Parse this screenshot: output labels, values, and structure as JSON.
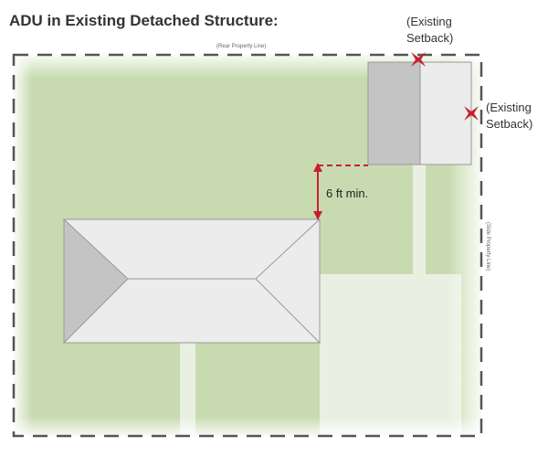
{
  "title": "ADU in Existing Detached Structure:",
  "labels": {
    "rear_property_line": "(Rear Property Line)",
    "side_property_line": "(Side Property Line)",
    "setback_top_line1": "(Existing",
    "setback_top_line2": "Setback)",
    "setback_right_line1": "(Existing",
    "setback_right_line2": "Setback)",
    "min_distance": "6 ft min."
  },
  "colors": {
    "lawn": "#c8dbb0",
    "paving": "#e9f0e1",
    "roof_dark": "#c4c4c4",
    "roof_light": "#ececec",
    "accent_red": "#c8202f",
    "property_line": "#555555"
  }
}
